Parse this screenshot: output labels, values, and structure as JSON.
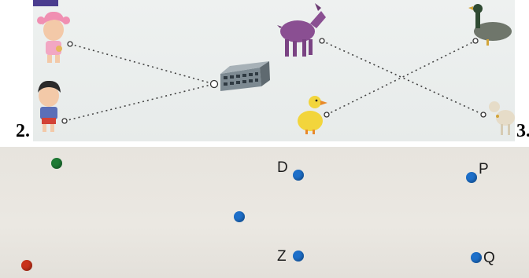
{
  "exercise_numbers": {
    "left": "2.",
    "right": "3."
  },
  "top_image": {
    "figures": [
      "girl",
      "boy",
      "building",
      "goat",
      "duck",
      "goose",
      "goat-small"
    ]
  },
  "bottom_image": {
    "labels": {
      "d": "D",
      "p": "P",
      "z": "Z",
      "q": "Q"
    }
  },
  "colors": {
    "blue_dot": "#1d6fc9",
    "green_dot": "#1f7a35",
    "red_dot": "#c8321b",
    "dotted_line": "#444444"
  }
}
